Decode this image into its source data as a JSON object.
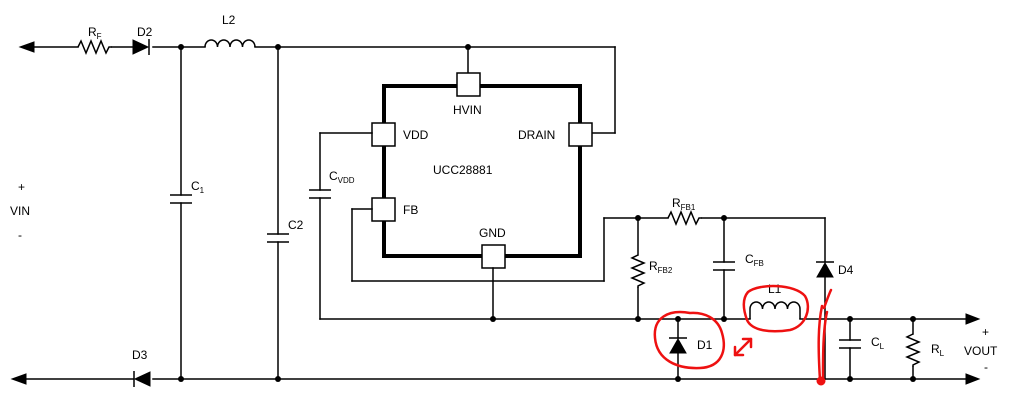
{
  "chip": {
    "name": "UCC28881",
    "pins": {
      "hvin": "HVIN",
      "vdd": "VDD",
      "drain": "DRAIN",
      "fb": "FB",
      "gnd": "GND"
    }
  },
  "input": {
    "plus": "+",
    "label": "VIN",
    "minus": "-"
  },
  "output": {
    "plus": "+",
    "label": "VOUT",
    "minus": "-"
  },
  "components": {
    "rf": {
      "main": "R",
      "sub": "F"
    },
    "d2": "D2",
    "l2": "L2",
    "c1": {
      "main": "C",
      "sub": "1"
    },
    "c2": "C2",
    "cvdd": {
      "main": "C",
      "sub": "VDD"
    },
    "d3": "D3",
    "rfb1": {
      "main": "R",
      "sub": "FB1"
    },
    "rfb2": {
      "main": "R",
      "sub": "FB2"
    },
    "cfb": {
      "main": "C",
      "sub": "FB"
    },
    "d4": "D4",
    "l1": "L1",
    "d1": "D1",
    "cl": {
      "main": "C",
      "sub": "L"
    },
    "rl": {
      "main": "R",
      "sub": "L"
    }
  },
  "colors": {
    "wire": "#000000",
    "markup": "#e11111"
  }
}
